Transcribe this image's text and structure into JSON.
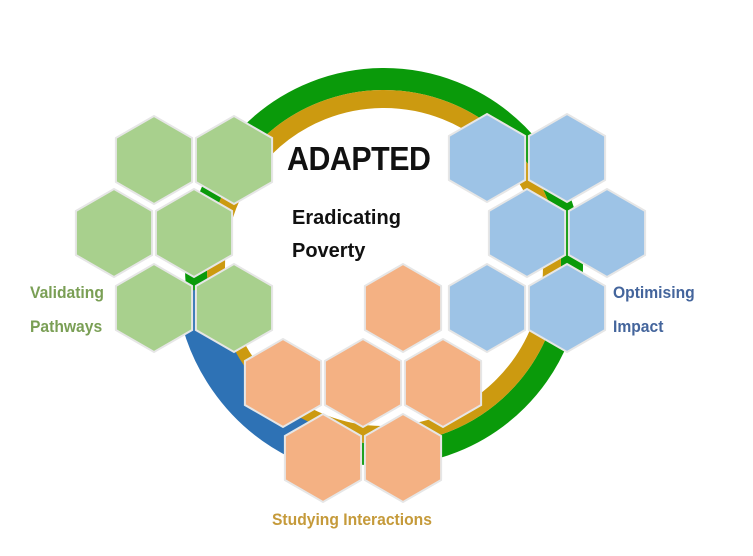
{
  "title": "ADAPTED",
  "subtitle_line1": "Eradicating",
  "subtitle_line2": "Poverty",
  "labels": {
    "validating": [
      "Validating",
      "Pathways"
    ],
    "optimising": [
      "Optimising",
      "Impact"
    ],
    "studying": "Studying Interactions"
  },
  "colors": {
    "ring_outer": "#0a9a0a",
    "ring_inner": "#cc9a10",
    "ring_blue": "#2e72b5",
    "hex_green": "#a8d08d",
    "hex_blue": "#9dc3e6",
    "hex_orange": "#f4b183"
  }
}
